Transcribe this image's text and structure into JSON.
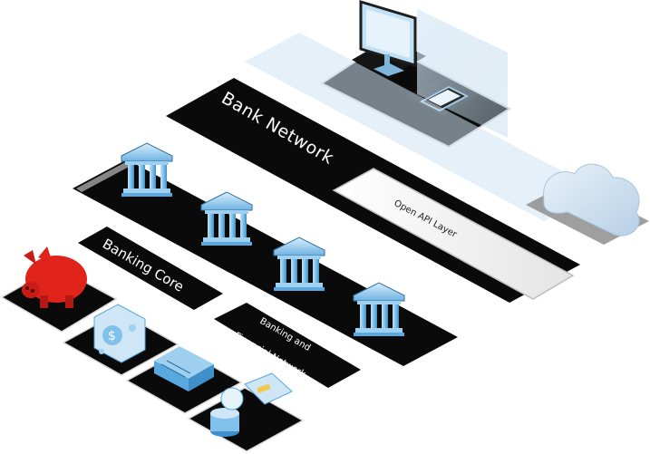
{
  "labels": {
    "bank_network": "Bank Network",
    "open_api_layer": "Open API Layer",
    "banking_core": "Banking Core",
    "banking_financial_line1": "Banking and",
    "banking_financial_line2": "Financial Network"
  },
  "icons": [
    "desktop-monitor-icon",
    "smartphone-icon",
    "cloud-icon",
    "bank-building-icon",
    "piggy-bank-icon",
    "dollar-bill-icon",
    "bank-card-icon",
    "cash-register-icon",
    "coin-stack-icon"
  ],
  "colors": {
    "panel": "#0a0a0a",
    "panel_edge": "#d9d9d9",
    "accent_blue": "#5aa8e0",
    "pale_blue": "#cfe3f2",
    "piggy_red": "#e0231b"
  }
}
